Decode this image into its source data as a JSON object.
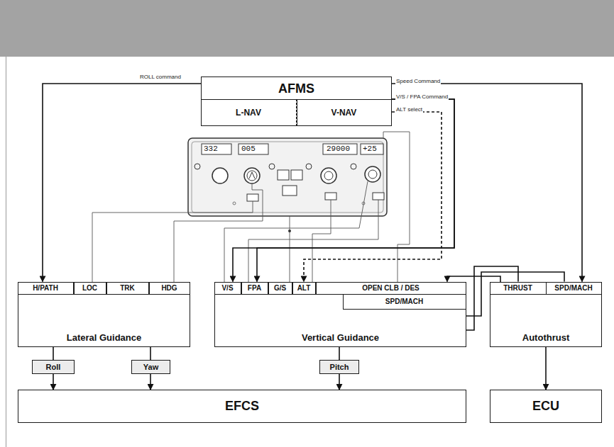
{
  "diagram": {
    "nodes": [
      {
        "text": [
          "AFMS"
        ]
      },
      {
        "text": [
          "L-NAV"
        ],
        "in": 0
      },
      {
        "text": [
          "V-NAV"
        ],
        "in": 0
      },
      {
        "text": [
          "Lateral Guidance"
        ]
      },
      {
        "text": [
          "H/PATH"
        ],
        "in": 3
      },
      {
        "text": [
          "LOC"
        ],
        "in": 3
      },
      {
        "text": [
          "TRK"
        ],
        "in": 3
      },
      {
        "text": [
          "HDG"
        ],
        "in": 3
      },
      {
        "text": [
          "Vertical Guidance"
        ]
      },
      {
        "text": [
          "V/S"
        ],
        "in": 8
      },
      {
        "text": [
          "FPA"
        ],
        "in": 8
      },
      {
        "text": [
          "G/S"
        ],
        "in": 8
      },
      {
        "text": [
          "ALT"
        ],
        "in": 8
      },
      {
        "text": [
          "OPEN CLB / DES"
        ],
        "in": 8
      },
      {
        "text": [
          "SPD/MACH"
        ],
        "in": 8
      },
      {
        "text": [
          "Autothrust"
        ]
      },
      {
        "text": [
          "THRUST"
        ],
        "in": 15
      },
      {
        "text": [
          "SPD/MACH"
        ],
        "in": 15
      },
      {
        "text": [
          "Roll"
        ]
      },
      {
        "text": [
          "Yaw"
        ]
      },
      {
        "text": [
          "Pitch"
        ]
      },
      {
        "text": [
          "EFCS"
        ]
      },
      {
        "text": [
          "ECU"
        ]
      }
    ],
    "edges": [
      {
        "from": 0,
        "to": 4,
        "arrow": "to",
        "label": "ROLL command"
      },
      {
        "from": 0,
        "to": 17,
        "arrow": "to",
        "label": "Speed Command"
      },
      {
        "from": 0,
        "to": 9,
        "arrow": "to",
        "label": "V/S / FPA Command"
      },
      {
        "from": 0,
        "to": 10,
        "arrow": "to"
      },
      {
        "from": 0,
        "to": 12,
        "arrow": "to",
        "label": "ALT select"
      },
      {
        "from": 8,
        "to": 16,
        "arrow": "none"
      },
      {
        "from": 8,
        "to": 17,
        "arrow": "none"
      },
      {
        "from": 15,
        "to": 13,
        "arrow": "to"
      },
      {
        "from": 3,
        "to": 18,
        "arrow": "none"
      },
      {
        "from": 18,
        "to": 21,
        "arrow": "to"
      },
      {
        "from": 3,
        "to": 19,
        "arrow": "none"
      },
      {
        "from": 19,
        "to": 21,
        "arrow": "to"
      },
      {
        "from": 8,
        "to": 20,
        "arrow": "none"
      },
      {
        "from": 20,
        "to": 21,
        "arrow": "to"
      },
      {
        "from": 15,
        "to": 22,
        "arrow": "to"
      }
    ],
    "labels": [
      "332",
      "005",
      "29000",
      "+25"
    ]
  }
}
